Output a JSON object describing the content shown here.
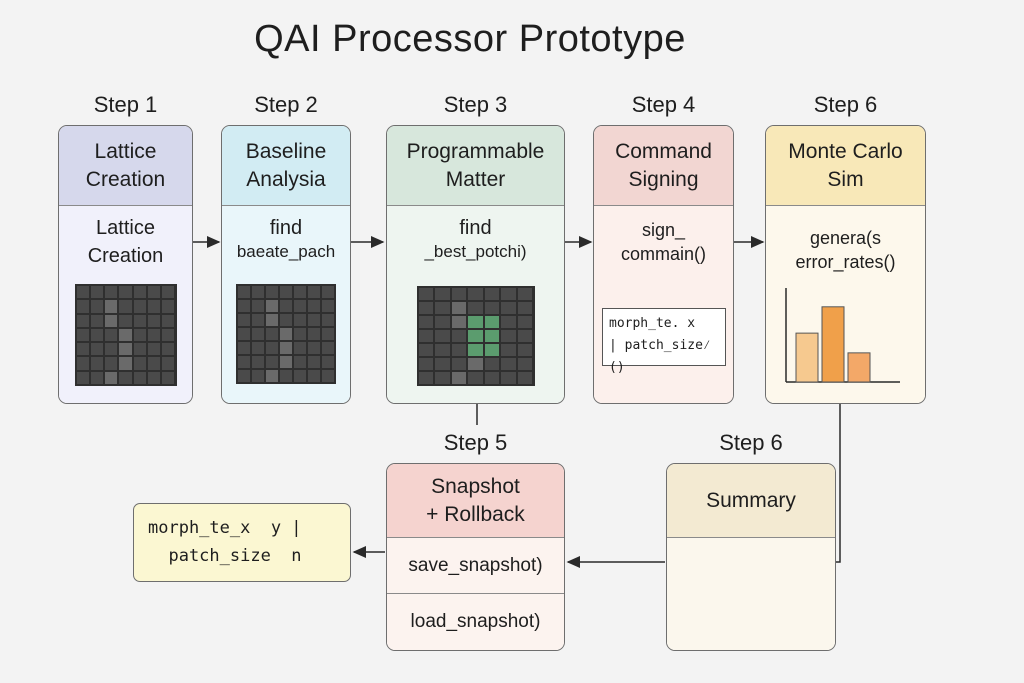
{
  "title": "QAI Processor Prototype",
  "steps": {
    "s1": {
      "label": "Step 1",
      "head": "Lattice\nCreation",
      "body": "Lattice\nCreation",
      "head_color": "#d6d8ec",
      "body_color": "#f1f1fb"
    },
    "s2": {
      "label": "Step 2",
      "head": "Baseline\nAnalysia",
      "body_line1": "find",
      "body_line2": "baeate_pach",
      "head_color": "#d2ecf3",
      "body_color": "#e9f6fa"
    },
    "s3": {
      "label": "Step 3",
      "head": "Programmable\nMatter",
      "body_line1": "find",
      "body_line2": "_best_potchi)",
      "head_color": "#d7e7dc",
      "body_color": "#eef5f0"
    },
    "s4": {
      "label": "Step 4",
      "head": "Command\nSigning",
      "body": "sign_\ncommain()",
      "code": "morph_te. x\n| patch_size⁄()",
      "head_color": "#f2d6d2",
      "body_color": "#fcf0ec"
    },
    "s6a": {
      "label": "Step 6",
      "head": "Monte Carlo\nSim",
      "body": "genera(s\nerror_rates()",
      "head_color": "#f8e8b8",
      "body_color": "#fdf8ec",
      "bar_colors": [
        "#f6c98f",
        "#f0a04a",
        "#f3a868"
      ],
      "bar_values": [
        0.52,
        0.8,
        0.31
      ]
    },
    "s5": {
      "label": "Step 5",
      "head": "Snapshot\n+ Rollback",
      "row1": "save_snapshot)",
      "row2": "load_snapshot)",
      "head_color": "#f5d3cf",
      "body_color": "#fcf3ef"
    },
    "s6b": {
      "label": "Step 6",
      "head": "Summary",
      "head_color": "#f3ead2",
      "body_color": "#fbf7ed"
    },
    "output": {
      "text": "morph_te_x  y |\n  patch_size  n",
      "bg_color": "#fbf7d2"
    }
  }
}
